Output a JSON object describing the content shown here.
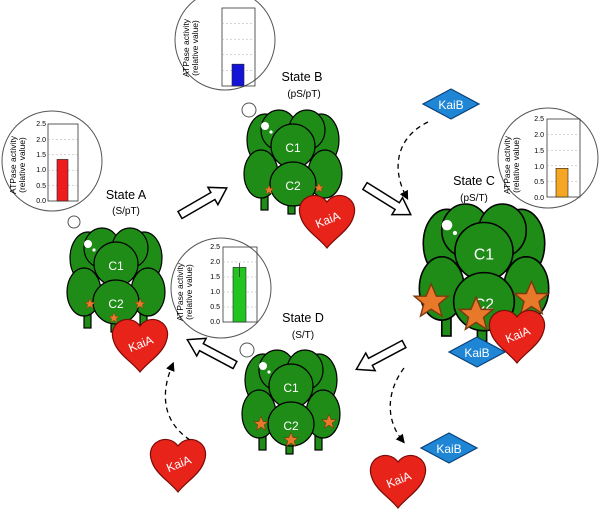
{
  "states": [
    {
      "name": "State A",
      "phospho": "(S/pT)",
      "atpase": 1.35,
      "bar_color": "#ee1c1c"
    },
    {
      "name": "State B",
      "phospho": "(pS/pT)",
      "atpase": 0.7,
      "bar_color": "#1414d8"
    },
    {
      "name": "State C",
      "phospho": "(pS/T)",
      "atpase": 0.92,
      "bar_color": "#f5a623"
    },
    {
      "name": "State D",
      "phospho": "(S/T)",
      "atpase": 1.82,
      "bar_color": "#22c422"
    }
  ],
  "inset_chart": {
    "ylabel_line1": "ATPase activity",
    "ylabel_line2": "(relative value)",
    "ticks": [
      "0.0",
      "0.5",
      "1.0",
      "1.5",
      "2.0",
      "2.5"
    ],
    "ylim": [
      0,
      2.5
    ]
  },
  "domains": {
    "c1": "C1",
    "c2": "C2"
  },
  "proteins": {
    "kaia": "KaiA",
    "kaib": "KaiB"
  },
  "colors": {
    "kaic_green": "#1e8c16",
    "kaic_light": "#2ea52a",
    "kaia_red": "#e8231a",
    "kaib_blue": "#1f86d6",
    "star_orange": "#e8782a"
  }
}
